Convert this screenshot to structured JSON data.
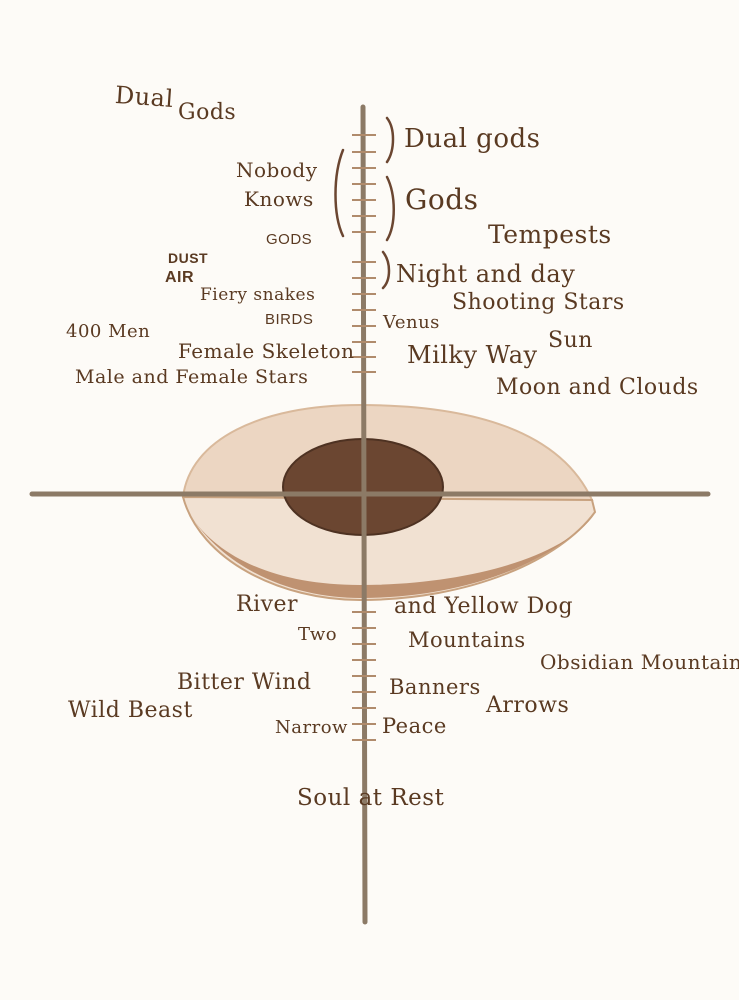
{
  "colors": {
    "ink": "#5a3a22",
    "axis": "#8c7a66",
    "shell_outer": "#e7cdb4",
    "shell_bottom": "#b07e5a",
    "core": "#6b4631"
  },
  "upper": {
    "left": {
      "dual_gods": [
        "Dual",
        "Gods"
      ],
      "nobody_knows": [
        "Nobody",
        "Knows"
      ],
      "gods": "GODS",
      "dust": "DUST",
      "air": "AIR",
      "fiery_snakes": "Fiery snakes",
      "birds": "BIRDS",
      "men_400": "400 Men",
      "female_skeleton": "Female Skeleton",
      "male_female_stars": "Male and Female Stars"
    },
    "right": {
      "dual_gods": "Dual gods",
      "gods": "Gods",
      "tempests": "Tempests",
      "night_and_day": "Night and day",
      "shooting_stars": "Shooting Stars",
      "venus": "Venus",
      "sun": "Sun",
      "milky_way": "Milky Way",
      "moon_and_clouds": "Moon and Clouds"
    }
  },
  "lower": {
    "left": {
      "river": "River",
      "two": "Two",
      "bitter_wind": "Bitter Wind",
      "wild_beast": "Wild Beast",
      "narrow": "Narrow"
    },
    "right": {
      "yellow_dog": "and Yellow Dog",
      "mountains": "Mountains",
      "obsidian_mountain": "Obsidian Mountain",
      "banners": "Banners",
      "arrows": "Arrows",
      "peace": "Peace"
    },
    "soul_at_rest": "Soul at Rest"
  }
}
